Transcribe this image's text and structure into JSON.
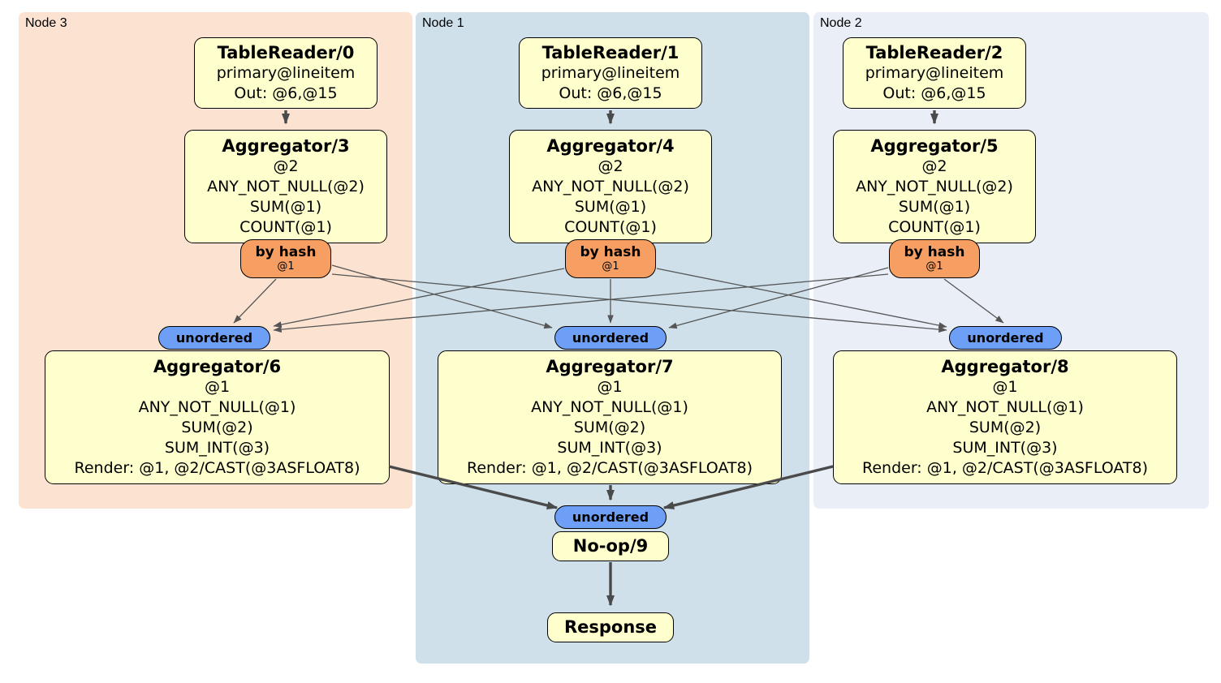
{
  "node_groups": [
    {
      "label": "Node 3"
    },
    {
      "label": "Node 1"
    },
    {
      "label": "Node 2"
    }
  ],
  "table_readers": [
    {
      "title": "TableReader/0",
      "lines": [
        "primary@lineitem",
        "Out: @6,@15"
      ]
    },
    {
      "title": "TableReader/1",
      "lines": [
        "primary@lineitem",
        "Out: @6,@15"
      ]
    },
    {
      "title": "TableReader/2",
      "lines": [
        "primary@lineitem",
        "Out: @6,@15"
      ]
    }
  ],
  "stage1_aggregators": [
    {
      "title": "Aggregator/3",
      "lines": [
        "@2",
        "ANY_NOT_NULL(@2)",
        "SUM(@1)",
        "COUNT(@1)"
      ]
    },
    {
      "title": "Aggregator/4",
      "lines": [
        "@2",
        "ANY_NOT_NULL(@2)",
        "SUM(@1)",
        "COUNT(@1)"
      ]
    },
    {
      "title": "Aggregator/5",
      "lines": [
        "@2",
        "ANY_NOT_NULL(@2)",
        "SUM(@1)",
        "COUNT(@1)"
      ]
    }
  ],
  "hash_routers": [
    {
      "label": "by hash",
      "columns": "@1"
    },
    {
      "label": "by hash",
      "columns": "@1"
    },
    {
      "label": "by hash",
      "columns": "@1"
    }
  ],
  "unordered_syncs": [
    {
      "label": "unordered"
    },
    {
      "label": "unordered"
    },
    {
      "label": "unordered"
    }
  ],
  "stage2_aggregators": [
    {
      "title": "Aggregator/6",
      "lines": [
        "@1",
        "ANY_NOT_NULL(@1)",
        "SUM(@2)",
        "SUM_INT(@3)",
        "Render: @1, @2/CAST(@3ASFLOAT8)"
      ]
    },
    {
      "title": "Aggregator/7",
      "lines": [
        "@1",
        "ANY_NOT_NULL(@1)",
        "SUM(@2)",
        "SUM_INT(@3)",
        "Render: @1, @2/CAST(@3ASFLOAT8)"
      ]
    },
    {
      "title": "Aggregator/8",
      "lines": [
        "@1",
        "ANY_NOT_NULL(@1)",
        "SUM(@2)",
        "SUM_INT(@3)",
        "Render: @1, @2/CAST(@3ASFLOAT8)"
      ]
    }
  ],
  "final_sync": {
    "label": "unordered"
  },
  "noop": {
    "title": "No-op/9"
  },
  "response": {
    "title": "Response"
  },
  "colors": {
    "node3_bg": "#fce3d1",
    "node1_bg": "#cfe0eb",
    "node2_bg": "#e9eef7",
    "operator_bg": "#ffffcd",
    "router_bg": "#f79e63",
    "sync_bg": "#6c9ff5",
    "edge": "#4a4a4a"
  }
}
